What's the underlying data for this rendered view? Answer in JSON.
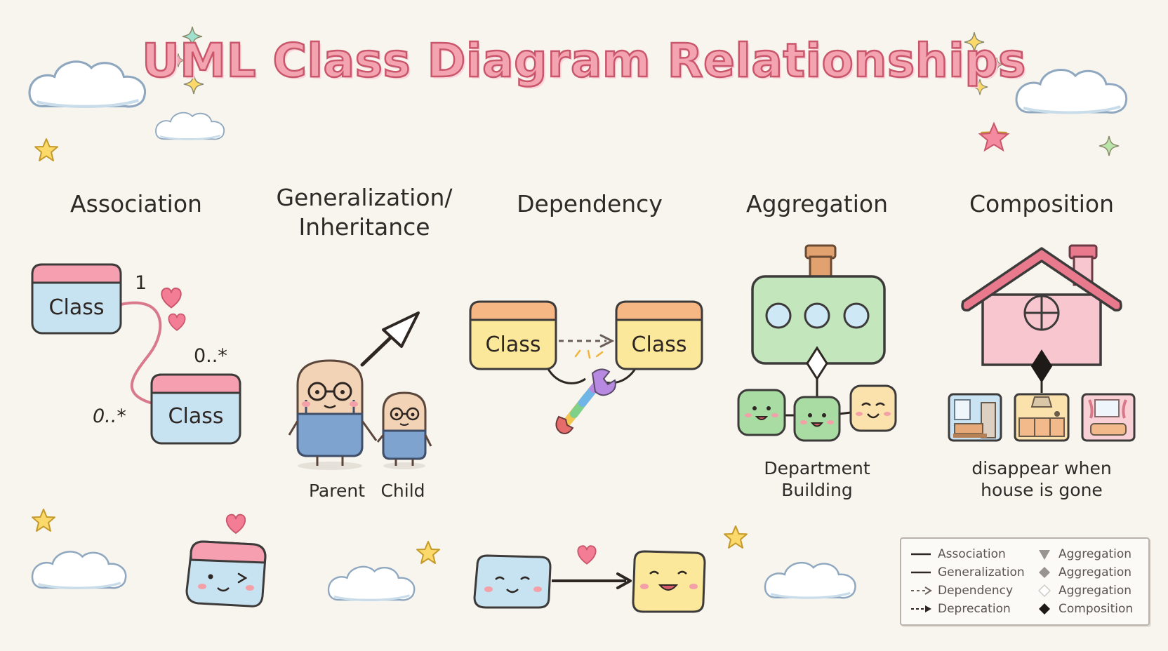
{
  "title": "UML Class Diagram Relationships",
  "sections": {
    "association": {
      "heading": "Association",
      "class_a": "Class",
      "class_b": "Class",
      "mult_a": "1",
      "mult_b_top": "0..*",
      "mult_b_side": "0..*"
    },
    "generalization": {
      "heading_line1": "Generalization/",
      "heading_line2": "Inheritance",
      "parent_label": "Parent",
      "child_label": "Child"
    },
    "dependency": {
      "heading": "Dependency",
      "class_a": "Class",
      "class_b": "Class"
    },
    "aggregation": {
      "heading": "Aggregation",
      "caption_line1": "Department",
      "caption_line2": "Building"
    },
    "composition": {
      "heading": "Composition",
      "caption_line1": "disappear when",
      "caption_line2": "house is gone"
    }
  },
  "legend": {
    "left": [
      "Association",
      "Generalization",
      "Dependency",
      "Deprecation"
    ],
    "right": [
      "Aggregation",
      "Aggregation",
      "Aggregation",
      "Composition"
    ]
  },
  "colors": {
    "title_fill": "#f4a4b0",
    "title_stroke": "#c9566b",
    "class_blue": "#c7e3f1",
    "class_pink_header": "#f59fb0",
    "class_yellow": "#fbe89a",
    "class_orange_header": "#f6b784",
    "building_green": "#c3e6bd",
    "house_pink": "#f8c6cf",
    "roof_pink": "#e9798d"
  }
}
